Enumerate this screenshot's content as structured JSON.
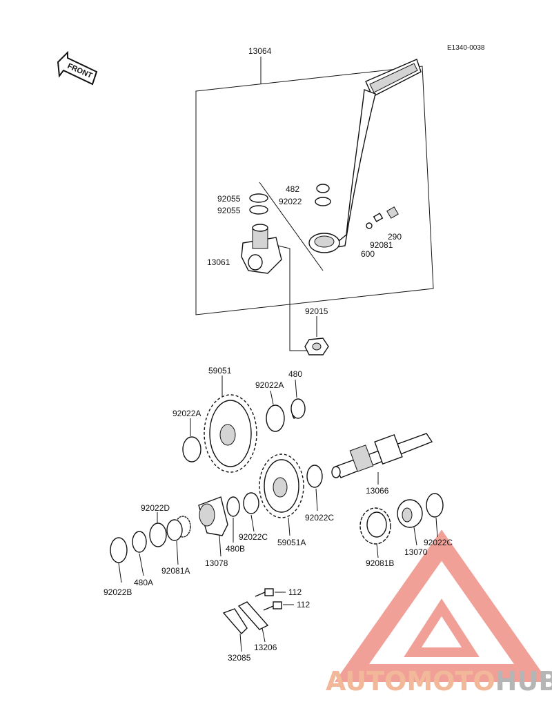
{
  "diagram_code": "E1340-0038",
  "front_label": "FRONT",
  "watermark": {
    "part1": "AUTOMOTO",
    "part2": "HUB",
    "color1": "#f2b89a",
    "color2": "#b5b5b5",
    "logo_color": "#ee8f86"
  },
  "labels": {
    "p13064": "13064",
    "p482": "482",
    "p92022_top": "92022",
    "p92055_a": "92055",
    "p92055_b": "92055",
    "p290": "290",
    "p92081": "92081",
    "p600": "600",
    "p13061": "13061",
    "p92015": "92015",
    "p59051": "59051",
    "p92022A_1": "92022A",
    "p480": "480",
    "p92022A_2": "92022A",
    "p13066": "13066",
    "p92022D": "92022D",
    "p92022C_1": "92022C",
    "p480B": "480B",
    "p92022C_2": "92022C",
    "p59051A": "59051A",
    "p92022C_3": "92022C",
    "p92081B": "92081B",
    "p13070": "13070",
    "p13078": "13078",
    "p92081A": "92081A",
    "p480A": "480A",
    "p92022B": "92022B",
    "p112_a": "112",
    "p112_b": "112",
    "p32085": "32085",
    "p13206": "13206"
  }
}
